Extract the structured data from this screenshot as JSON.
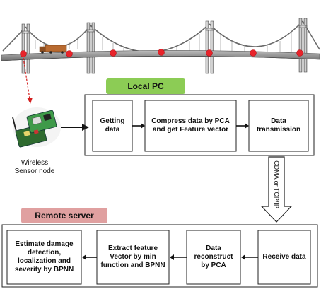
{
  "local_pc": {
    "title": "Local PC",
    "steps": [
      "Getting data",
      "Compress data by PCA and get Feature vector",
      "Data transmission"
    ]
  },
  "link": {
    "label": "CDMA or TCP/IP"
  },
  "remote_server": {
    "title": "Remote server",
    "steps": [
      "Receive data",
      "Data reconstruct by PCA",
      "Extract feature Vector by min function and BPNN",
      "Estimate damage detection, localization and severity by BPNN"
    ]
  },
  "sensor": {
    "label": "Wireless Sensor node"
  },
  "colors": {
    "local_tag": "#8ccc55",
    "remote_tag": "#e0a0a0",
    "sensor_dot": "#e8232a",
    "bridge_steel": "#7a7a7a"
  }
}
